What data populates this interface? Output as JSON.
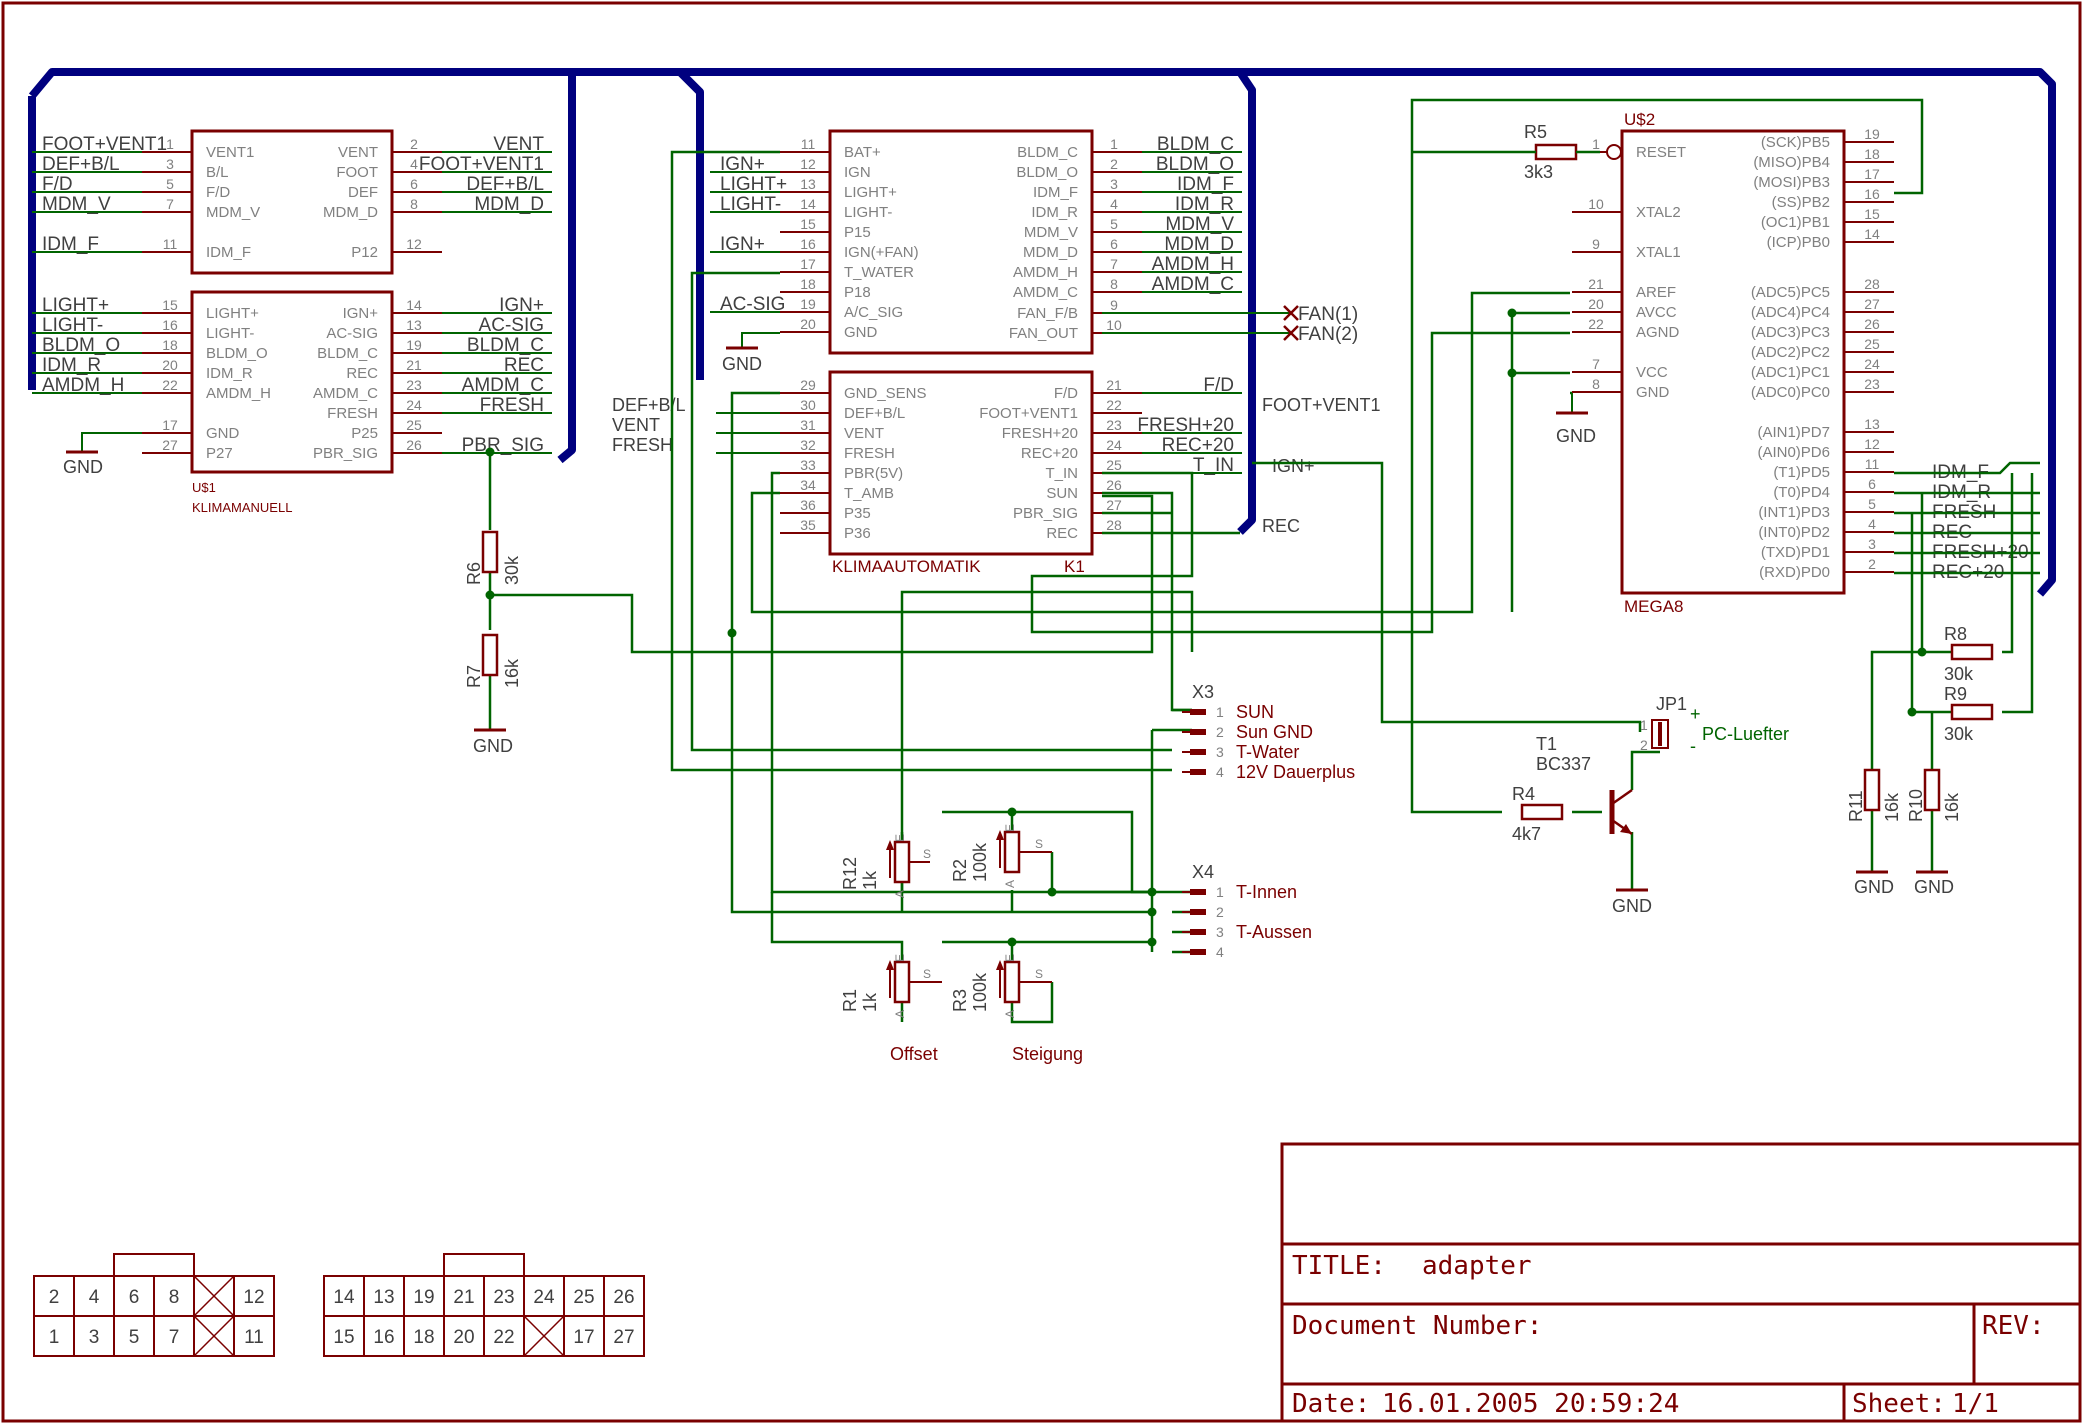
{
  "title_block": {
    "title_label": "TITLE:",
    "title_value": "adapter",
    "docnum_label": "Document Number:",
    "rev_label": "REV:",
    "date_label": "Date:",
    "date_value": "16.01.2005 20:59:24",
    "sheet_label": "Sheet:",
    "sheet_value": "1/1"
  },
  "u1": {
    "name": "U$1",
    "value": "KLIMAMANUELL",
    "top_left": [
      {
        "num": "1",
        "pin": "VENT1",
        "net": "FOOT+VENT1"
      },
      {
        "num": "3",
        "pin": "B/L",
        "net": "DEF+B/L"
      },
      {
        "num": "5",
        "pin": "F/D",
        "net": "F/D"
      },
      {
        "num": "7",
        "pin": "MDM_V",
        "net": "MDM_V"
      },
      {
        "num": "11",
        "pin": "IDM_F",
        "net": "IDM_F"
      }
    ],
    "top_right": [
      {
        "num": "2",
        "pin": "VENT",
        "net": "VENT"
      },
      {
        "num": "4",
        "pin": "FOOT",
        "net": "FOOT+VENT1"
      },
      {
        "num": "6",
        "pin": "DEF",
        "net": "DEF+B/L"
      },
      {
        "num": "8",
        "pin": "MDM_D",
        "net": "MDM_D"
      },
      {
        "num": "12",
        "pin": "P12",
        "net": ""
      }
    ],
    "bot_left": [
      {
        "num": "15",
        "pin": "LIGHT+",
        "net": "LIGHT+"
      },
      {
        "num": "16",
        "pin": "LIGHT-",
        "net": "LIGHT-"
      },
      {
        "num": "18",
        "pin": "BLDM_O",
        "net": "BLDM_O"
      },
      {
        "num": "20",
        "pin": "IDM_R",
        "net": "IDM_R"
      },
      {
        "num": "22",
        "pin": "AMDM_H",
        "net": "AMDM_H"
      },
      {
        "num": "17",
        "pin": "GND",
        "net": ""
      },
      {
        "num": "27",
        "pin": "P27",
        "net": ""
      }
    ],
    "bot_right": [
      {
        "num": "14",
        "pin": "IGN+",
        "net": "IGN+"
      },
      {
        "num": "13",
        "pin": "AC-SIG",
        "net": "AC-SIG"
      },
      {
        "num": "19",
        "pin": "BLDM_C",
        "net": "BLDM_C"
      },
      {
        "num": "21",
        "pin": "REC",
        "net": "REC"
      },
      {
        "num": "23",
        "pin": "AMDM_C",
        "net": "AMDM_C"
      },
      {
        "num": "24",
        "pin": "FRESH",
        "net": "FRESH"
      },
      {
        "num": "25",
        "pin": "P25",
        "net": ""
      },
      {
        "num": "26",
        "pin": "PBR_SIG",
        "net": "PBR_SIG"
      }
    ],
    "gnd": "GND"
  },
  "k1": {
    "name": "K1",
    "value": "KLIMAAUTOMATIK",
    "top_left": [
      {
        "num": "11",
        "pin": "BAT+",
        "net": ""
      },
      {
        "num": "12",
        "pin": "IGN",
        "net": "IGN+"
      },
      {
        "num": "13",
        "pin": "LIGHT+",
        "net": "LIGHT+"
      },
      {
        "num": "14",
        "pin": "LIGHT-",
        "net": "LIGHT-"
      },
      {
        "num": "15",
        "pin": "P15",
        "net": ""
      },
      {
        "num": "16",
        "pin": "IGN(+FAN)",
        "net": "IGN+"
      },
      {
        "num": "17",
        "pin": "T_WATER",
        "net": ""
      },
      {
        "num": "18",
        "pin": "P18",
        "net": ""
      },
      {
        "num": "19",
        "pin": "A/C_SIG",
        "net": "AC-SIG"
      },
      {
        "num": "20",
        "pin": "GND",
        "net": ""
      }
    ],
    "top_right": [
      {
        "num": "1",
        "pin": "BLDM_C",
        "net": "BLDM_C"
      },
      {
        "num": "2",
        "pin": "BLDM_O",
        "net": "BLDM_O"
      },
      {
        "num": "3",
        "pin": "IDM_F",
        "net": "IDM_F"
      },
      {
        "num": "4",
        "pin": "IDM_R",
        "net": "IDM_R"
      },
      {
        "num": "5",
        "pin": "MDM_V",
        "net": "MDM_V"
      },
      {
        "num": "6",
        "pin": "MDM_D",
        "net": "MDM_D"
      },
      {
        "num": "7",
        "pin": "AMDM_H",
        "net": "AMDM_H"
      },
      {
        "num": "8",
        "pin": "AMDM_C",
        "net": "AMDM_C"
      },
      {
        "num": "9",
        "pin": "FAN_F/B",
        "net": "FAN(1)"
      },
      {
        "num": "10",
        "pin": "FAN_OUT",
        "net": "FAN(2)"
      }
    ],
    "bot_left": [
      {
        "num": "29",
        "pin": "GND_SENS"
      },
      {
        "num": "30",
        "pin": "DEF+B/L"
      },
      {
        "num": "31",
        "pin": "VENT"
      },
      {
        "num": "32",
        "pin": "FRESH"
      },
      {
        "num": "33",
        "pin": "PBR(5V)"
      },
      {
        "num": "34",
        "pin": "T_AMB"
      },
      {
        "num": "36",
        "pin": "P35"
      },
      {
        "num": "35",
        "pin": "P36"
      }
    ],
    "bot_right": [
      {
        "num": "21",
        "pin": "F/D",
        "net": "F/D"
      },
      {
        "num": "22",
        "pin": "FOOT+VENT1",
        "net": ""
      },
      {
        "num": "23",
        "pin": "FRESH+20",
        "net": "FRESH+20"
      },
      {
        "num": "24",
        "pin": "REC+20",
        "net": "REC+20"
      },
      {
        "num": "25",
        "pin": "T_IN",
        "net": "T_IN"
      },
      {
        "num": "26",
        "pin": "SUN",
        "net": ""
      },
      {
        "num": "27",
        "pin": "PBR_SIG",
        "net": ""
      },
      {
        "num": "28",
        "pin": "REC",
        "net": ""
      }
    ],
    "left_bus_labels": [
      "DEF+B/L",
      "VENT",
      "FRESH"
    ],
    "foot_label": "FOOT+VENT1",
    "ign_label": "IGN+",
    "rec_label": "REC",
    "gnd": "GND"
  },
  "u2": {
    "name": "U$2",
    "value": "MEGA8",
    "left": [
      {
        "num": "1",
        "pin": "RESET"
      },
      {
        "num": "10",
        "pin": "XTAL2"
      },
      {
        "num": "9",
        "pin": "XTAL1"
      },
      {
        "num": "21",
        "pin": "AREF"
      },
      {
        "num": "20",
        "pin": "AVCC"
      },
      {
        "num": "22",
        "pin": "AGND"
      },
      {
        "num": "7",
        "pin": "VCC"
      },
      {
        "num": "8",
        "pin": "GND"
      }
    ],
    "right": [
      {
        "num": "19",
        "pin": "(SCK)PB5"
      },
      {
        "num": "18",
        "pin": "(MISO)PB4"
      },
      {
        "num": "17",
        "pin": "(MOSI)PB3"
      },
      {
        "num": "16",
        "pin": "(SS)PB2"
      },
      {
        "num": "15",
        "pin": "(OC1)PB1"
      },
      {
        "num": "14",
        "pin": "(ICP)PB0"
      },
      {
        "num": "28",
        "pin": "(ADC5)PC5"
      },
      {
        "num": "27",
        "pin": "(ADC4)PC4"
      },
      {
        "num": "26",
        "pin": "(ADC3)PC3"
      },
      {
        "num": "25",
        "pin": "(ADC2)PC2"
      },
      {
        "num": "24",
        "pin": "(ADC1)PC1"
      },
      {
        "num": "23",
        "pin": "(ADC0)PC0"
      },
      {
        "num": "13",
        "pin": "(AIN1)PD7",
        "net": ""
      },
      {
        "num": "12",
        "pin": "(AIN0)PD6",
        "net": ""
      },
      {
        "num": "11",
        "pin": "(T1)PD5",
        "net": "IDM_F"
      },
      {
        "num": "6",
        "pin": "(T0)PD4",
        "net": "IDM_R"
      },
      {
        "num": "5",
        "pin": "(INT1)PD3",
        "net": "FRESH"
      },
      {
        "num": "4",
        "pin": "(INT0)PD2",
        "net": "REC"
      },
      {
        "num": "3",
        "pin": "(TXD)PD1",
        "net": "FRESH+20"
      },
      {
        "num": "2",
        "pin": "(RXD)PD0",
        "net": "REC+20"
      }
    ],
    "gnd": "GND"
  },
  "parts": {
    "r5": {
      "name": "R5",
      "value": "3k3"
    },
    "r4": {
      "name": "R4",
      "value": "4k7"
    },
    "t1": {
      "name": "T1",
      "value": "BC337"
    },
    "jp1": {
      "name": "JP1",
      "plus": "+",
      "minus": "-",
      "label": "PC-Luefter",
      "p1": "1",
      "p2": "2"
    },
    "r6": {
      "name": "R6",
      "value": "30k"
    },
    "r7": {
      "name": "R7",
      "value": "16k"
    },
    "r8": {
      "name": "R8",
      "value": "30k"
    },
    "r9": {
      "name": "R9",
      "value": "30k"
    },
    "r10": {
      "name": "R10",
      "value": "16k"
    },
    "r11": {
      "name": "R11",
      "value": "16k"
    },
    "r12": {
      "name": "R12",
      "value": "1k"
    },
    "r2": {
      "name": "R2",
      "value": "100k"
    },
    "r1": {
      "name": "R1",
      "value": "1k"
    },
    "r3": {
      "name": "R3",
      "value": "100k"
    },
    "pot_letters": {
      "a": "A",
      "e": "E",
      "s": "S"
    },
    "offset": "Offset",
    "steigung": "Steigung",
    "gnd": "GND"
  },
  "x3": {
    "name": "X3",
    "pins": [
      {
        "num": "1",
        "label": "SUN"
      },
      {
        "num": "2",
        "label": "Sun GND"
      },
      {
        "num": "3",
        "label": "T-Water"
      },
      {
        "num": "4",
        "label": "12V Dauerplus"
      }
    ]
  },
  "x4": {
    "name": "X4",
    "pins": [
      {
        "num": "1",
        "label": "T-Innen"
      },
      {
        "num": "2",
        "label": ""
      },
      {
        "num": "3",
        "label": "T-Aussen"
      },
      {
        "num": "4",
        "label": ""
      }
    ]
  },
  "connectors": {
    "left": {
      "top": [
        "2",
        "4",
        "6",
        "8",
        "",
        "12"
      ],
      "bottom": [
        "1",
        "3",
        "5",
        "7",
        "",
        "11"
      ]
    },
    "right": {
      "top": [
        "14",
        "13",
        "19",
        "21",
        "23",
        "24",
        "25",
        "26"
      ],
      "bottom": [
        "15",
        "16",
        "18",
        "20",
        "22",
        "",
        "17",
        "27"
      ]
    }
  }
}
